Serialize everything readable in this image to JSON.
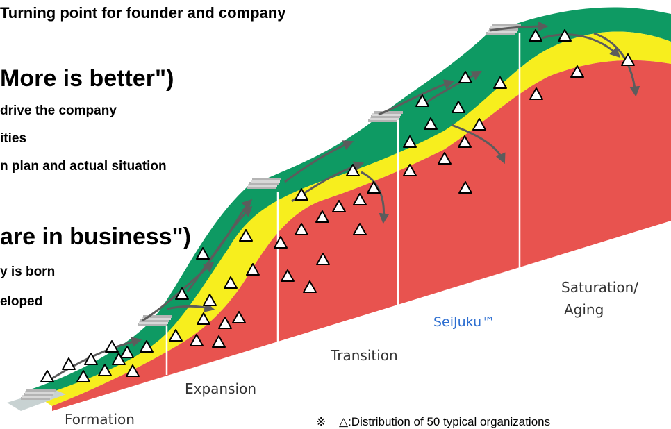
{
  "header": {
    "title": "Turning point for founder and company",
    "more_heading": "More is better\")",
    "more_items": [
      "drive the company",
      "ities",
      "n plan and actual situation"
    ],
    "business_heading": "are in business\")",
    "business_items": [
      "y is born",
      "eloped"
    ]
  },
  "stages": {
    "formation": "Formation",
    "expansion": "Expansion",
    "transition": "Transition",
    "seijuku": "SeiJuku™",
    "saturation_line1": "Saturation/",
    "saturation_line2": "Aging"
  },
  "footnote": {
    "mark": "※",
    "symbol": "△",
    "text": ":Distribution of 50 typical organizations"
  },
  "colors": {
    "red": "#e8534f",
    "yellow": "#f7ee1e",
    "green": "#0e9a63",
    "arrow": "#5c5c5c",
    "step": "#b4b4b4",
    "seijuku_text": "#2e6fd1"
  },
  "icons": {
    "marker": "triangle-marker-icon",
    "arrow": "growth-arrow-icon",
    "step": "stair-step-icon"
  },
  "organization_count": 50
}
